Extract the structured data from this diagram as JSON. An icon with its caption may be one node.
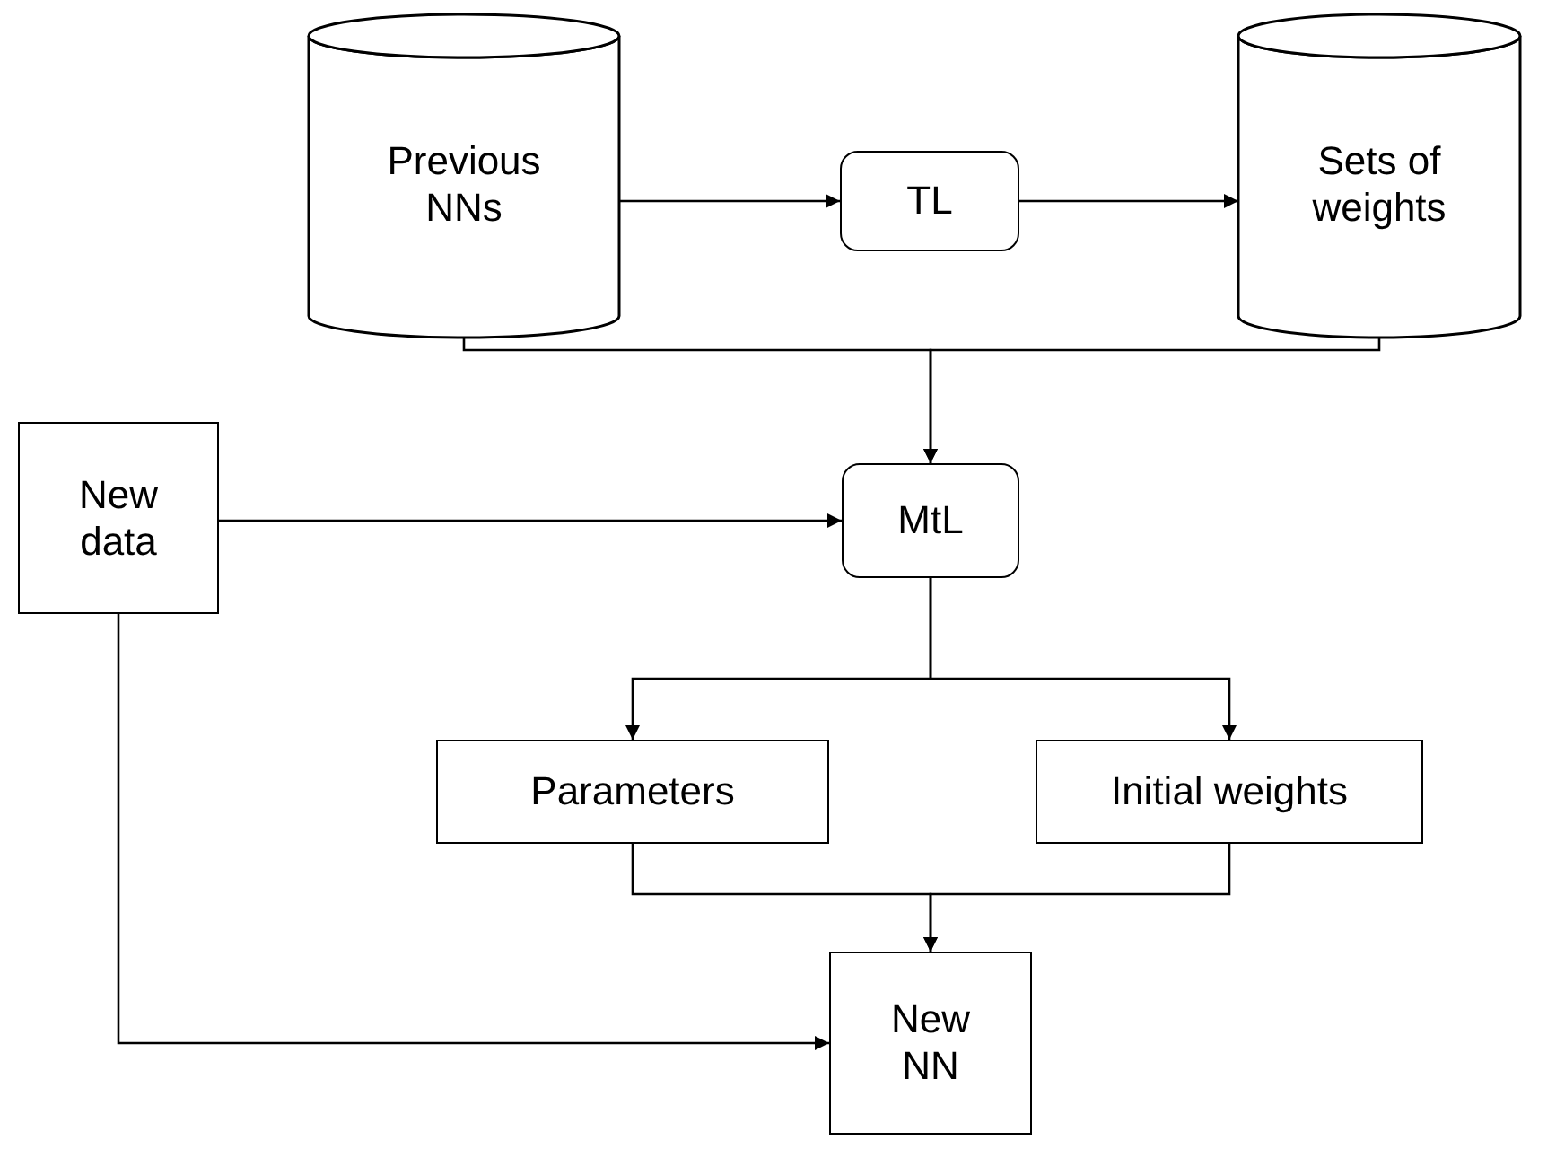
{
  "diagram": {
    "nodes": [
      {
        "text": [
          "Previous NNs"
        ]
      },
      {
        "text": [
          "TL"
        ]
      },
      {
        "text": [
          "Sets of weights"
        ]
      },
      {
        "text": [
          "New data"
        ]
      },
      {
        "text": [
          "MtL"
        ]
      },
      {
        "text": [
          "Parameters"
        ]
      },
      {
        "text": [
          "Initial weights"
        ]
      },
      {
        "text": [
          "New NN"
        ]
      }
    ],
    "edges": [
      {
        "from": 0,
        "to": 1,
        "arrow": "to"
      },
      {
        "from": 1,
        "to": 2,
        "arrow": "to"
      },
      {
        "from": 0,
        "to": 4,
        "arrow": "to"
      },
      {
        "from": 2,
        "to": 4,
        "arrow": "to"
      },
      {
        "from": 3,
        "to": 4,
        "arrow": "to"
      },
      {
        "from": 4,
        "to": 5,
        "arrow": "to"
      },
      {
        "from": 4,
        "to": 6,
        "arrow": "to"
      },
      {
        "from": 5,
        "to": 7,
        "arrow": "to"
      },
      {
        "from": 6,
        "to": 7,
        "arrow": "to"
      },
      {
        "from": 3,
        "to": 7,
        "arrow": "to"
      }
    ]
  }
}
